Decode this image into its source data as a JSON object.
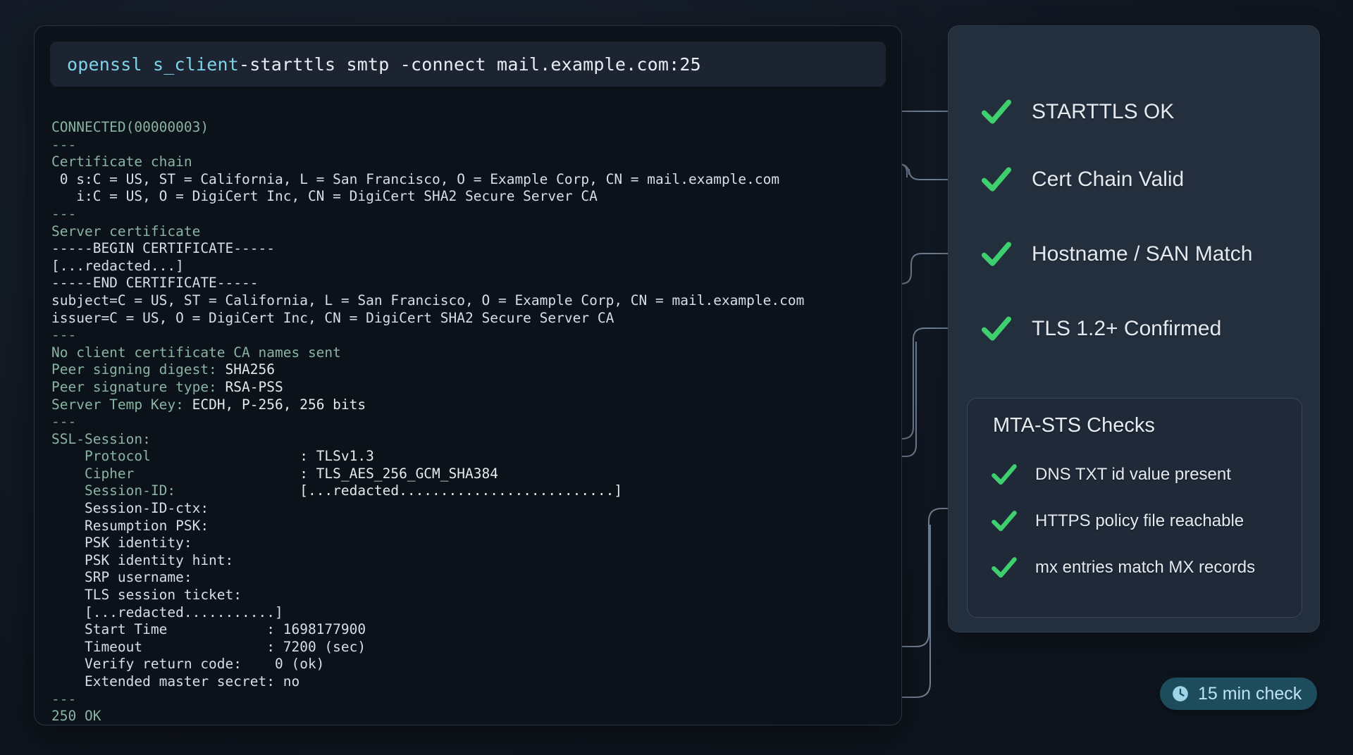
{
  "terminal": {
    "command": {
      "keyword": "openssl s_client",
      "rest": " -starttls smtp -connect mail.example.com:25",
      "full": "openssl s_client -starttls smtp -connect mail.example.com:25"
    },
    "lines": [
      {
        "text": "CONNECTED(00000003)",
        "style": "dim"
      },
      {
        "text": "---",
        "style": "sep"
      },
      {
        "text": "Certificate chain",
        "style": "dim"
      },
      {
        "text": " 0 s:C = US, ST = California, L = San Francisco, O = Example Corp, CN = mail.example.com",
        "style": "txt"
      },
      {
        "text": "   i:C = US, O = DigiCert Inc, CN = DigiCert SHA2 Secure Server CA",
        "style": "txt"
      },
      {
        "text": "---",
        "style": "sep"
      },
      {
        "text": "Server certificate",
        "style": "dim"
      },
      {
        "text": "-----BEGIN CERTIFICATE-----",
        "style": "txt"
      },
      {
        "text": "[...redacted...]",
        "style": "txt"
      },
      {
        "text": "-----END CERTIFICATE-----",
        "style": "txt"
      },
      {
        "text": "subject=C = US, ST = California, L = San Francisco, O = Example Corp, CN = mail.example.com",
        "style": "txt"
      },
      {
        "text": "issuer=C = US, O = DigiCert Inc, CN = DigiCert SHA2 Secure Server CA",
        "style": "txt"
      },
      {
        "text": "---",
        "style": "sep"
      },
      {
        "text": "No client certificate CA names sent",
        "style": "dim"
      },
      {
        "key": "Peer signing digest: ",
        "value": "SHA256",
        "style": "kv"
      },
      {
        "key": "Peer signature type: ",
        "value": "RSA-PSS",
        "style": "kv"
      },
      {
        "key": "Server Temp Key: ",
        "value": "ECDH, P-256, 256 bits",
        "style": "kv"
      },
      {
        "text": "---",
        "style": "sep"
      },
      {
        "text": "SSL-Session:",
        "style": "dim"
      },
      {
        "key": "    Protocol",
        "value": "                  : TLSv1.3",
        "style": "kv"
      },
      {
        "key": "    Cipher",
        "value": "                    : TLS_AES_256_GCM_SHA384",
        "style": "kv"
      },
      {
        "key": "    Session-ID:",
        "value": "               [...redacted..........................]",
        "style": "kv"
      },
      {
        "text": "    Session-ID-ctx:",
        "style": "txt"
      },
      {
        "text": "    Resumption PSK:",
        "style": "txt"
      },
      {
        "text": "    PSK identity:",
        "style": "txt"
      },
      {
        "text": "    PSK identity hint:",
        "style": "txt"
      },
      {
        "text": "    SRP username:",
        "style": "txt"
      },
      {
        "text": "    TLS session ticket:",
        "style": "txt"
      },
      {
        "text": "    [...redacted...........]",
        "style": "txt"
      },
      {
        "text": "    Start Time            : 1698177900",
        "style": "txt"
      },
      {
        "text": "    Timeout               : 7200 (sec)",
        "style": "txt"
      },
      {
        "text": "    Verify return code:    0 (ok)",
        "style": "txt"
      },
      {
        "text": "    Extended master secret: no",
        "style": "txt"
      },
      {
        "text": "---",
        "style": "sep"
      },
      {
        "text": "250 OK",
        "style": "dim"
      }
    ]
  },
  "panel": {
    "checks": [
      {
        "label": "STARTTLS OK",
        "status": "ok"
      },
      {
        "label": "Cert Chain Valid",
        "status": "ok"
      },
      {
        "label": "Hostname / SAN Match",
        "status": "ok"
      },
      {
        "label": "TLS 1.2+ Confirmed",
        "status": "ok"
      }
    ],
    "sub_card": {
      "title": "MTA-STS Checks",
      "checks": [
        {
          "label": "DNS TXT id value present",
          "status": "ok"
        },
        {
          "label": "HTTPS policy file reachable",
          "status": "ok"
        },
        {
          "label": "mx entries match MX records",
          "status": "ok"
        }
      ]
    }
  },
  "badge": {
    "icon": "clock-icon",
    "text": "15 min check"
  },
  "colors": {
    "check_green": "#3ecf6e",
    "terminal_bg": "#0c121a",
    "panel_bg": "#242f3e",
    "sub_card_bg": "#1f2937",
    "badge_bg": "#1d4c5c",
    "badge_text": "#bfe3f2",
    "cmd_keyword": "#7fd3e8",
    "connector": "#93a6bd"
  }
}
